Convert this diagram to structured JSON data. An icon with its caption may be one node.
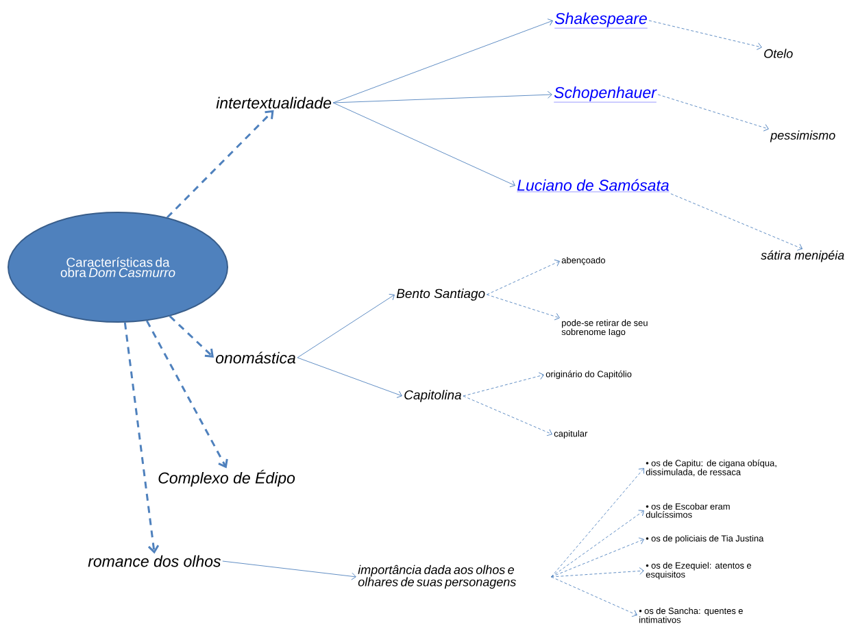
{
  "diagram": {
    "nodes": [
      {
        "text": [
          "Características da obra *Dom Casmurro*"
        ]
      },
      {
        "text": [
          "intertextualidade"
        ]
      },
      {
        "text": [
          "Shakespeare"
        ]
      },
      {
        "text": [
          "Otelo"
        ]
      },
      {
        "text": [
          "Schopenhauer"
        ]
      },
      {
        "text": [
          "pessimismo"
        ]
      },
      {
        "text": [
          "Luciano de Samósata"
        ]
      },
      {
        "text": [
          "sátira menipéia"
        ]
      },
      {
        "text": [
          "onomástica"
        ]
      },
      {
        "text": [
          "Bento Santiago"
        ]
      },
      {
        "text": [
          "abençoado"
        ]
      },
      {
        "text": [
          "pode-se retirar de seu sobrenome Iago"
        ]
      },
      {
        "text": [
          "Capitolina"
        ]
      },
      {
        "text": [
          "originário do Capitólio"
        ]
      },
      {
        "text": [
          "capitular"
        ]
      },
      {
        "text": [
          "Complexo de Édipo"
        ]
      },
      {
        "text": [
          "romance dos olhos"
        ]
      },
      {
        "text": [
          "importância dada aos olhos e olhares de suas personagens"
        ]
      },
      {
        "text": [
          "• os  de Capitu: de cigana obíqua, dissimulada, de ressaca"
        ]
      },
      {
        "text": [
          "• os de Escobar eram dulcíssimos"
        ]
      },
      {
        "text": [
          "• os de policiais de Tia Justina"
        ]
      },
      {
        "text": [
          "• os de Ezequiel: atentos e esquisitos"
        ]
      },
      {
        "text": [
          "• os de Sancha: quentes e intimativos"
        ]
      }
    ],
    "edges": [
      {
        "from": 0,
        "to": 1,
        "arrow": "to",
        "style": "dashed"
      },
      {
        "from": 1,
        "to": 2,
        "arrow": "to"
      },
      {
        "from": 1,
        "to": 4,
        "arrow": "to"
      },
      {
        "from": 1,
        "to": 6,
        "arrow": "to"
      },
      {
        "from": 2,
        "to": 3,
        "arrow": "to",
        "style": "dashed"
      },
      {
        "from": 4,
        "to": 5,
        "arrow": "to",
        "style": "dashed"
      },
      {
        "from": 6,
        "to": 7,
        "arrow": "to",
        "style": "dashed"
      },
      {
        "from": 0,
        "to": 8,
        "arrow": "to",
        "style": "dashed"
      },
      {
        "from": 0,
        "to": 15,
        "arrow": "to",
        "style": "dashed"
      },
      {
        "from": 0,
        "to": 16,
        "arrow": "to",
        "style": "dashed"
      },
      {
        "from": 8,
        "to": 9,
        "arrow": "to"
      },
      {
        "from": 8,
        "to": 12,
        "arrow": "to"
      },
      {
        "from": 9,
        "to": 10,
        "arrow": "to",
        "style": "dashed"
      },
      {
        "from": 9,
        "to": 11,
        "arrow": "to",
        "style": "dashed"
      },
      {
        "from": 12,
        "to": 13,
        "arrow": "to",
        "style": "dashed"
      },
      {
        "from": 12,
        "to": 14,
        "arrow": "to",
        "style": "dashed"
      },
      {
        "from": 16,
        "to": 17,
        "arrow": "to"
      },
      {
        "from": 17,
        "to": 18,
        "arrow": "to",
        "style": "dashed"
      },
      {
        "from": 17,
        "to": 19,
        "arrow": "to",
        "style": "dashed"
      },
      {
        "from": 17,
        "to": 20,
        "arrow": "to",
        "style": "dashed"
      },
      {
        "from": 17,
        "to": 21,
        "arrow": "to",
        "style": "dashed"
      },
      {
        "from": 17,
        "to": 22,
        "arrow": "to",
        "style": "dashed"
      }
    ]
  }
}
